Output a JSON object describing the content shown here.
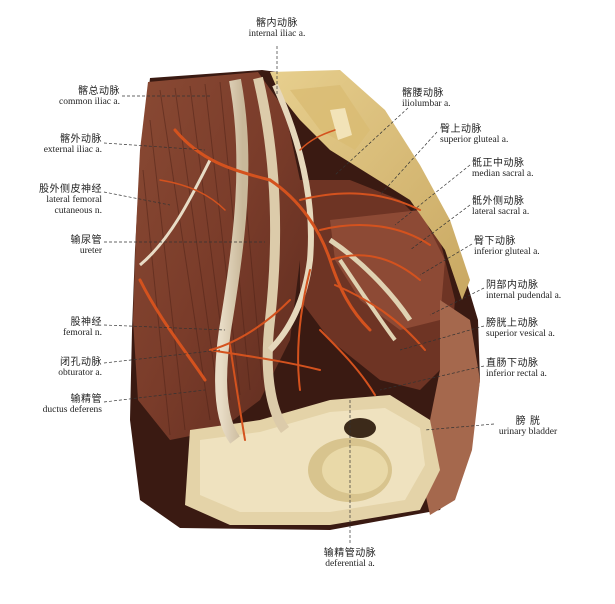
{
  "labels": {
    "internal_iliac": {
      "zh": "髂内动脉",
      "en": "internal iliac a."
    },
    "common_iliac": {
      "zh": "髂总动脉",
      "en": "common iliac a."
    },
    "external_iliac": {
      "zh": "髂外动脉",
      "en": "external iliac a."
    },
    "lat_fem_cut": {
      "zh": "股外侧皮神经",
      "en1": "lateral femoral",
      "en2": "cutaneous n."
    },
    "ureter": {
      "zh": "输尿管",
      "en": "ureter"
    },
    "femoral_n": {
      "zh": "股神经",
      "en": "femoral n."
    },
    "obturator": {
      "zh": "闭孔动脉",
      "en": "obturator a."
    },
    "ductus": {
      "zh": "输精管",
      "en": "ductus deferens"
    },
    "iliolumbar": {
      "zh": "髂腰动脉",
      "en": "iliolumbar a."
    },
    "sup_gluteal": {
      "zh": "臀上动脉",
      "en": "superior gluteal a."
    },
    "median_sacral": {
      "zh": "骶正中动脉",
      "en": "median sacral a."
    },
    "lateral_sacral": {
      "zh": "骶外侧动脉",
      "en": "lateral sacral a."
    },
    "inf_gluteal": {
      "zh": "臀下动脉",
      "en": "inferior gluteal a."
    },
    "int_pudendal": {
      "zh": "阴部内动脉",
      "en": "internal pudendal a."
    },
    "sup_vesical": {
      "zh": "膀胱上动脉",
      "en": "superior vesical a."
    },
    "inf_rectal": {
      "zh": "直肠下动脉",
      "en": "inferior rectal a."
    },
    "bladder": {
      "zh": "膀 胱",
      "en": "urinary bladder"
    },
    "deferential": {
      "zh": "输精管动脉",
      "en": "deferential a."
    }
  }
}
